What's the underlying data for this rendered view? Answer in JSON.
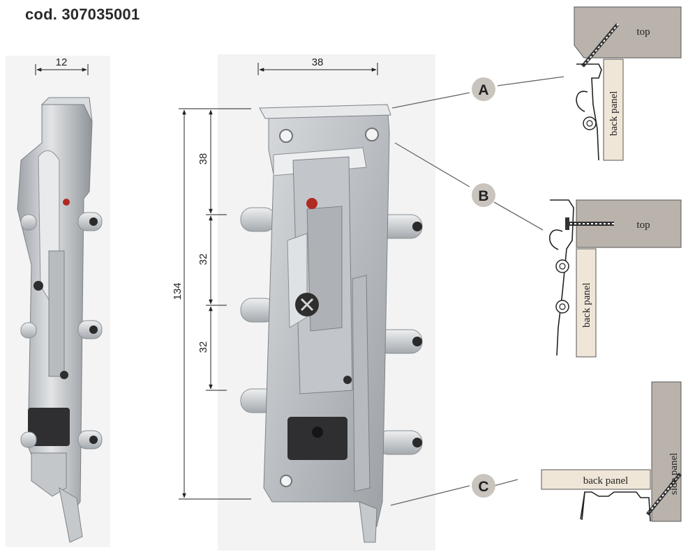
{
  "title": "cod. 307035001",
  "dimensions": {
    "side_width": "12",
    "front_width": "38",
    "total_height": "134",
    "segment_top": "38",
    "segment_mid": "32",
    "segment_bottom": "32"
  },
  "callouts": {
    "a": "A",
    "b": "B",
    "c": "C"
  },
  "detail_labels": {
    "a_top": "top",
    "a_back_panel": "back panel",
    "b_top": "top",
    "b_back_panel": "back panel",
    "c_back_panel": "back panel",
    "c_side_panel": "side panel"
  },
  "colors": {
    "panel_gray": "#b9b3ab",
    "panel_beige": "#efe6d8",
    "metal": "#c9ccd0",
    "badge": "#c9c4bd"
  }
}
